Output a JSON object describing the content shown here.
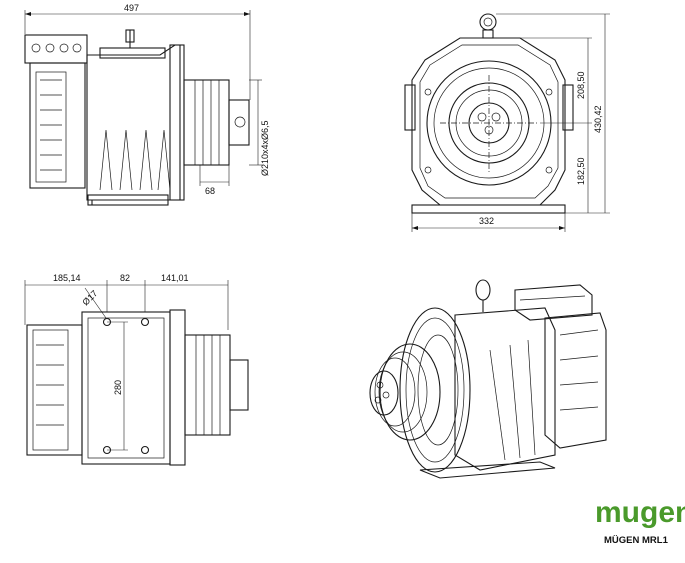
{
  "dimensions": {
    "overall_width": "497",
    "brake_diameter": "Ø210x4xØ6,5",
    "brake_depth": "68",
    "height_top": "208,50",
    "height_total": "430,42",
    "height_bottom": "182,50",
    "base_width": "332",
    "left_offset": "185,14",
    "hole_spacing": "82",
    "right_offset": "141,01",
    "hole_diameter": "Ø17",
    "hole_vertical": "280"
  },
  "brand": {
    "logo": "mugen",
    "model": "MÜGEN MRL1",
    "color": "#4a9a2b"
  }
}
